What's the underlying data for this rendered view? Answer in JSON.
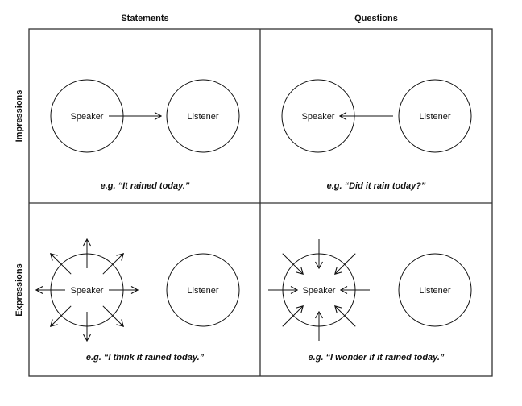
{
  "columns": [
    "Statements",
    "Questions"
  ],
  "rows": [
    "Impressions",
    "Expressions"
  ],
  "speaker_label": "Speaker",
  "listener_label": "Listener",
  "examples": {
    "impression_statement": "e.g. “It rained today.”",
    "impression_question": "e.g. “Did it rain today?”",
    "expression_statement": "e.g. “I think it rained today.”",
    "expression_question": "e.g. “I wonder if it rained today.”"
  },
  "colors": {
    "line": "#111111",
    "grid": "#333333"
  }
}
